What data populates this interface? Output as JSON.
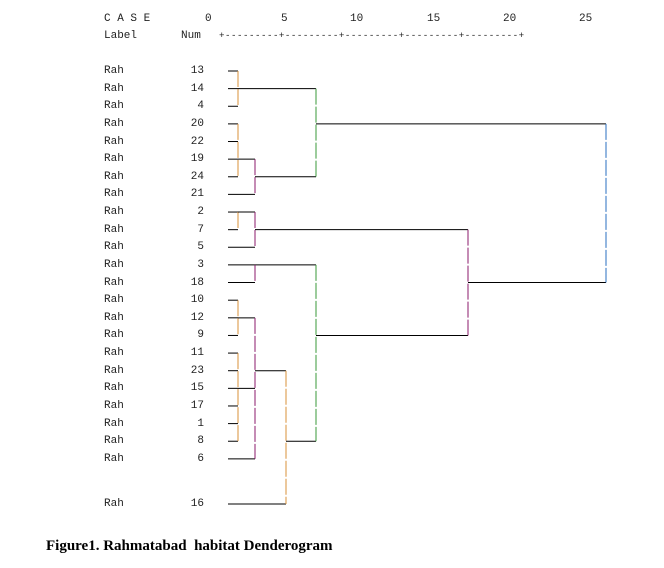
{
  "header": {
    "case_label": "C A S E",
    "label_col": "Label",
    "num_col": "Num",
    "axis_ticks": [
      "0",
      "5",
      "10",
      "15",
      "20",
      "25"
    ],
    "axis_rule": "+---------+---------+---------+---------+---------+"
  },
  "cases": [
    {
      "label": "Rah",
      "num": "13"
    },
    {
      "label": "Rah",
      "num": "14"
    },
    {
      "label": "Rah",
      "num": "4"
    },
    {
      "label": "Rah",
      "num": "20"
    },
    {
      "label": "Rah",
      "num": "22"
    },
    {
      "label": "Rah",
      "num": "19"
    },
    {
      "label": "Rah",
      "num": "24"
    },
    {
      "label": "Rah",
      "num": "21"
    },
    {
      "label": "Rah",
      "num": "2"
    },
    {
      "label": "Rah",
      "num": "7"
    },
    {
      "label": "Rah",
      "num": "5"
    },
    {
      "label": "Rah",
      "num": "3"
    },
    {
      "label": "Rah",
      "num": "18"
    },
    {
      "label": "Rah",
      "num": "10"
    },
    {
      "label": "Rah",
      "num": "12"
    },
    {
      "label": "Rah",
      "num": "9"
    },
    {
      "label": "Rah",
      "num": "11"
    },
    {
      "label": "Rah",
      "num": "23"
    },
    {
      "label": "Rah",
      "num": "15"
    },
    {
      "label": "Rah",
      "num": "17"
    },
    {
      "label": "Rah",
      "num": "1"
    },
    {
      "label": "Rah",
      "num": "8"
    },
    {
      "label": "Rah",
      "num": "6"
    },
    {
      "label": "Rah",
      "num": "16"
    }
  ],
  "colors": {
    "orange": "#d9903a",
    "purple": "#8b1a6b",
    "green": "#3a9a3a",
    "blue": "#2a6fc0",
    "line": "#000000"
  },
  "caption": "Figure1. Rahmatabad  habitat Denderogram"
}
